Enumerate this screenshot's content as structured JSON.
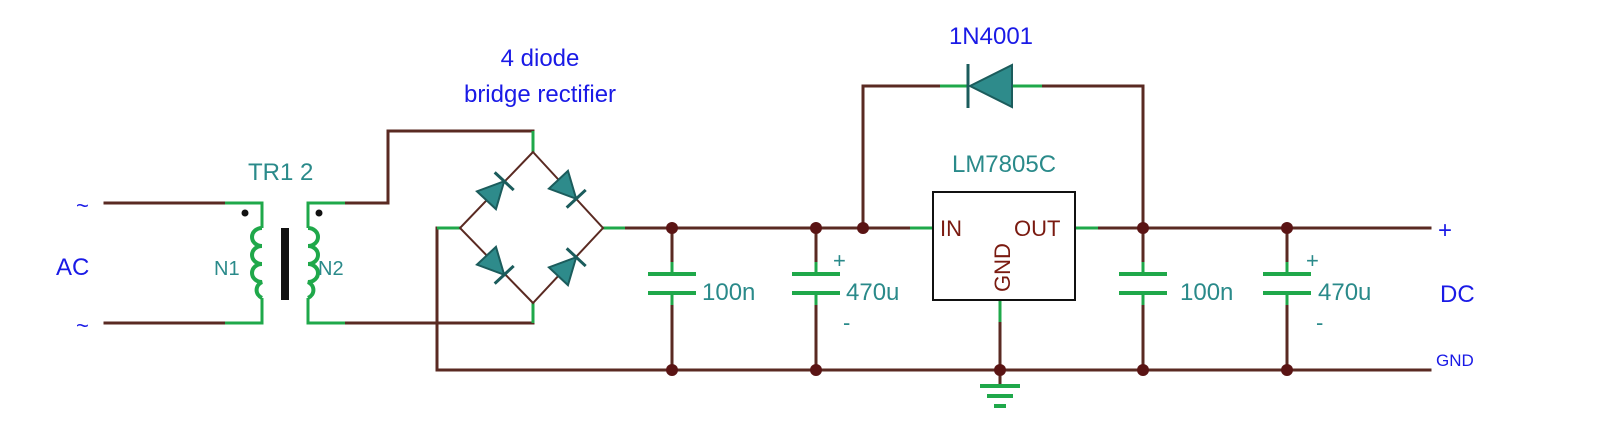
{
  "labels": {
    "bridge_line1": "4 diode",
    "bridge_line2": "bridge rectifier",
    "diode_name": "1N4001",
    "transformer": "TR1 2",
    "primary": "N1",
    "secondary": "N2",
    "ac": "AC",
    "tilde": "~",
    "regulator": "LM7805C",
    "reg_in": "IN",
    "reg_out": "OUT",
    "reg_gnd": "GND",
    "c1": "100n",
    "c2": "470u",
    "c3": "100n",
    "c4": "470u",
    "plus": "+",
    "minus": "-",
    "dc": "DC",
    "gnd_rail": "GND"
  },
  "colors": {
    "wire": "#5a2a22",
    "component": "#1fa84a",
    "net_label": "#1a1ae6",
    "component_label": "#2a8a8a",
    "pin_label": "#7a1a10"
  }
}
